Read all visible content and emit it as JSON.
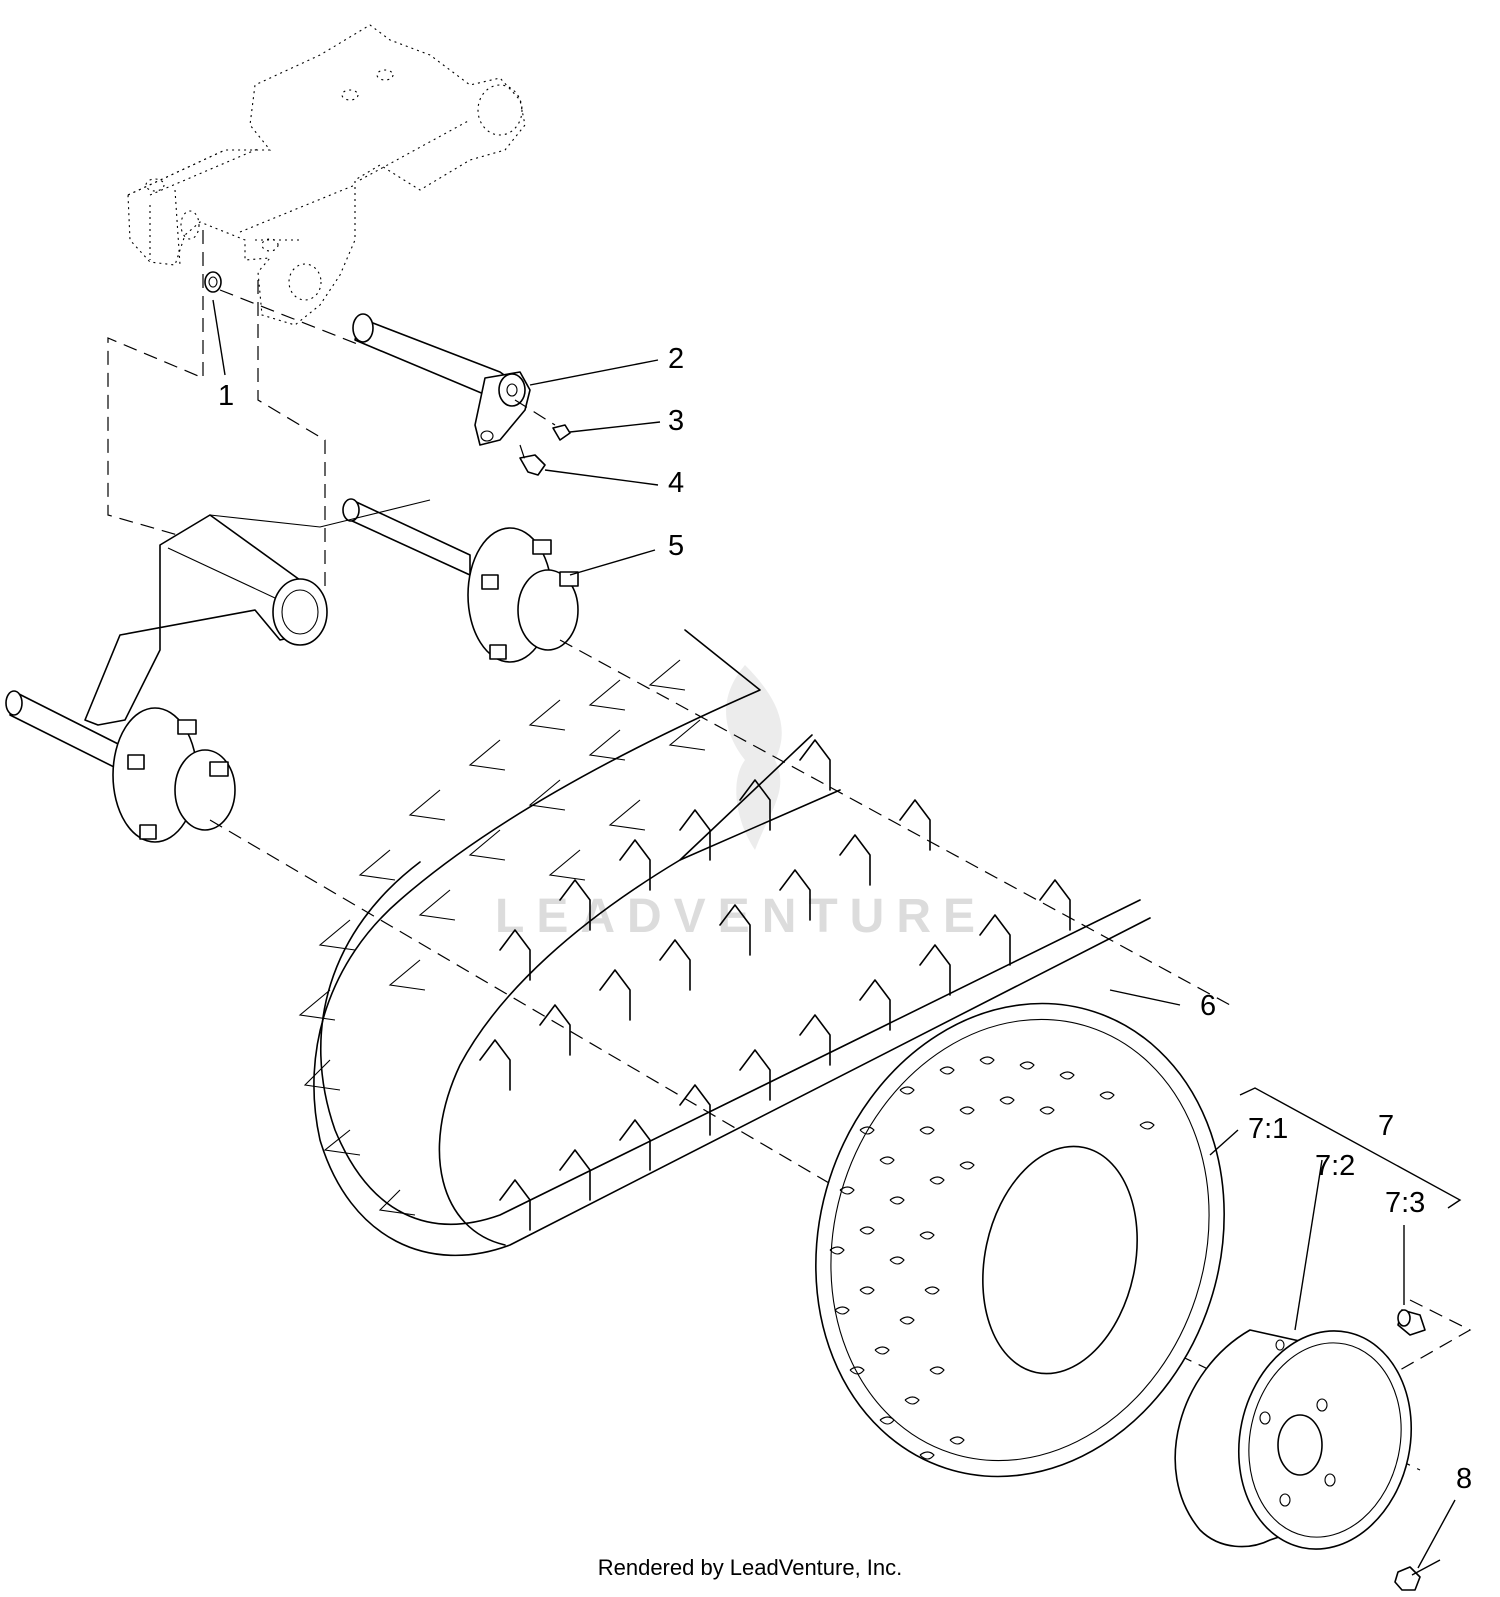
{
  "watermark": "LEADVENTURE",
  "footer": "Rendered by LeadVenture, Inc.",
  "callouts": [
    {
      "id": "1",
      "label": "1"
    },
    {
      "id": "2",
      "label": "2"
    },
    {
      "id": "3",
      "label": "3"
    },
    {
      "id": "4",
      "label": "4"
    },
    {
      "id": "5",
      "label": "5"
    },
    {
      "id": "6",
      "label": "6"
    },
    {
      "id": "7",
      "label": "7"
    },
    {
      "id": "7-1",
      "label": "7:1"
    },
    {
      "id": "7-2",
      "label": "7:2"
    },
    {
      "id": "7-3",
      "label": "7:3"
    },
    {
      "id": "8",
      "label": "8"
    }
  ]
}
